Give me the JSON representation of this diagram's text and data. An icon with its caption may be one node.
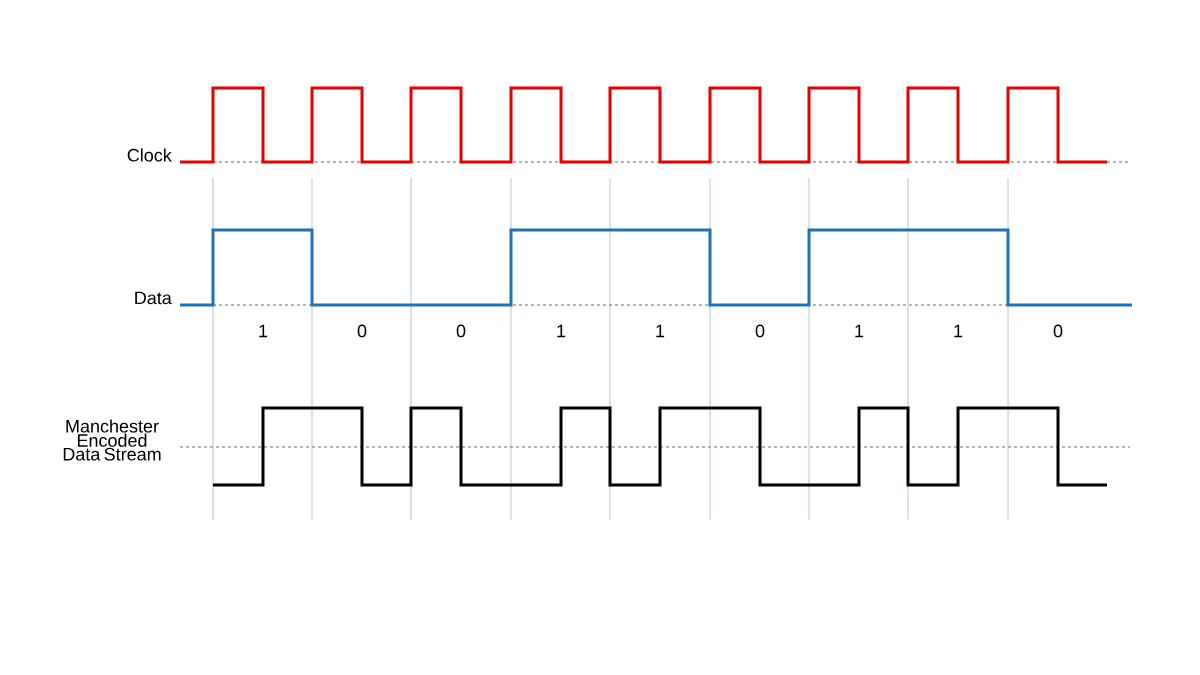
{
  "diagram": {
    "labels": [
      "Clock",
      "Data",
      "1",
      "0",
      "0",
      "1",
      "1",
      "0",
      "1",
      "1",
      "0",
      "Manchester Encoded Data Stream"
    ]
  }
}
